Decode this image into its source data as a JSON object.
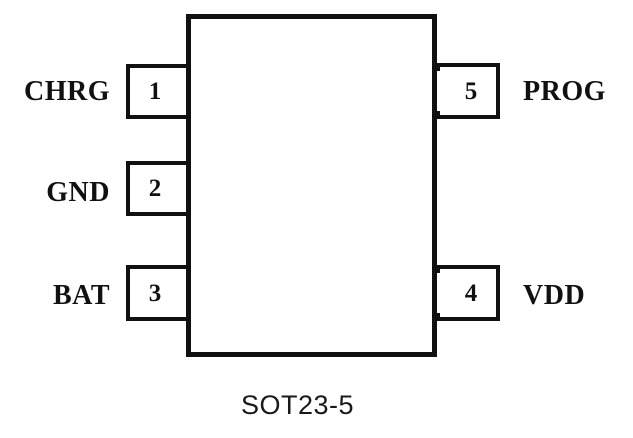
{
  "diagram": {
    "title": "SOT23-5",
    "package": {
      "name": "SOT23-5",
      "outline_color": "#111111",
      "fill_color": "#ffffff"
    },
    "pins": [
      {
        "number": "1",
        "name": "CHRG",
        "side": "left"
      },
      {
        "number": "2",
        "name": "GND",
        "side": "left"
      },
      {
        "number": "3",
        "name": "BAT",
        "side": "left"
      },
      {
        "number": "4",
        "name": "VDD",
        "side": "right"
      },
      {
        "number": "5",
        "name": "PROG",
        "side": "right"
      }
    ]
  }
}
